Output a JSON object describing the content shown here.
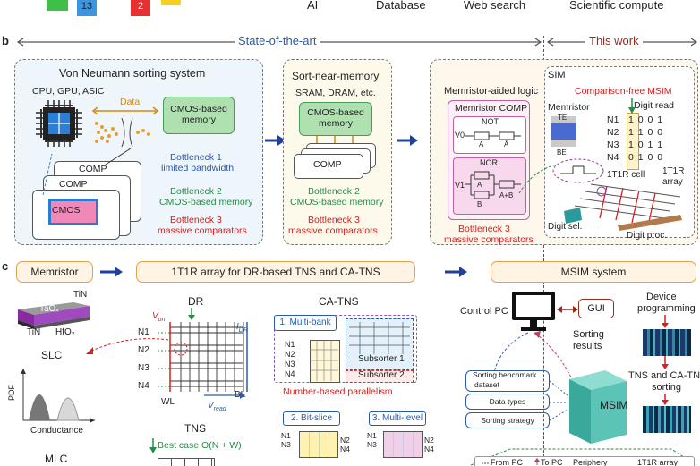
{
  "top_row": {
    "ai": "AI",
    "database": "Database",
    "web_search": "Web search",
    "scientific_compute": "Scientific compute",
    "badge_13": "13",
    "badge_2": "2"
  },
  "panel_b": {
    "letter": "b",
    "state_of_the_art": "State-of-the-art",
    "this_work": "This work",
    "von_neumann": {
      "title": "Von Neumann sorting system",
      "cpu_label": "CPU, GPU, ASIC",
      "data_label": "Data",
      "cmos_memory": "CMOS-based memory",
      "comp1": "COMP",
      "comp2": "COMP",
      "cmos": "CMOS",
      "bottleneck1_title": "Bottleneck 1",
      "bottleneck1_desc": "limited bandwidth",
      "bottleneck2_title": "Bottleneck 2",
      "bottleneck2_desc": "CMOS-based memory",
      "bottleneck3_title": "Bottleneck 3",
      "bottleneck3_desc": "massive comparators"
    },
    "near_memory": {
      "title": "Sort-near-memory",
      "subtitle": "SRAM, DRAM, etc.",
      "cmos_memory": "CMOS-based memory",
      "comp": "COMP",
      "bottleneck2_title": "Bottleneck 2",
      "bottleneck2_desc": "CMOS-based memory",
      "bottleneck3_title": "Bottleneck 3",
      "bottleneck3_desc": "massive comparators"
    },
    "memristor_logic": {
      "title": "Memristor-aided logic",
      "comp_title": "Memristor COMP",
      "not_label": "NOT",
      "nor_label": "NOR",
      "v0": "V0",
      "v1": "V1",
      "a": "A",
      "a_bar": "Ā",
      "b": "B",
      "a_plus_b": "A+B",
      "bottleneck3_title": "Bottleneck 3",
      "bottleneck3_desc": "massive comparators"
    },
    "sim": {
      "title": "SIM",
      "msim": "Comparison-free MSIM",
      "memristor": "Memristor",
      "te": "TE",
      "be": "BE",
      "digit_read": "Digit read",
      "rows": [
        {
          "name": "N1",
          "bits": "1 0 0 1"
        },
        {
          "name": "N2",
          "bits": "1 1 0 0"
        },
        {
          "name": "N3",
          "bits": "1 0 1 1"
        },
        {
          "name": "N4",
          "bits": "0 1 0 0"
        }
      ],
      "cell_label": "1T1R cell",
      "array_label1": "1T1R",
      "array_label2": "array",
      "digit_sel": "Digit sel.",
      "digit_proc": "Digit proc."
    }
  },
  "panel_c": {
    "letter": "c",
    "memristor_pill": "Memristor",
    "array_pill": "1T1R array for DR-based TNS and CA-TNS",
    "msim_pill": "MSIM system",
    "tin_top": "TiN",
    "taox": "TaOₓ",
    "tin_bottom": "TiN",
    "hfo2": "HfO₂",
    "slc": "SLC",
    "pdf": "PDF",
    "conductance": "Conductance",
    "mlc": "MLC",
    "dr": "DR",
    "von": "V",
    "von_sub": "on",
    "idr": "I",
    "idr_sub": "DR",
    "wl": "WL",
    "bl": "BL",
    "vread": "V",
    "vread_sub": "read",
    "n_rows": [
      "N1",
      "N2",
      "N3",
      "N4"
    ],
    "tns": "TNS",
    "best_case": "Best case O(N + W)",
    "ca_tns": "CA-TNS",
    "multi_bank": "1. Multi-bank",
    "subsorter1": "Subsorter 1",
    "subsorter2": "Subsorter 2",
    "parallelism": "Number-based parallelism",
    "bit_slice": "2. Bit-slice",
    "multi_level": "3. Multi-level",
    "control_pc": "Control PC",
    "gui": "GUI",
    "sorting_results1": "Sorting",
    "sorting_results2": "results",
    "benchmark1": "Sorting benchmark",
    "benchmark2": "dataset",
    "data_types": "Data types",
    "sorting_strategy": "Sorting strategy",
    "msim": "MSIM",
    "device_prog1": "Device",
    "device_prog2": "programming",
    "tns_sort1": "TNS and CA-TNS",
    "tns_sort2": "sorting",
    "legend_from": "From PC",
    "legend_to": "To PC",
    "legend_periph": "Periphery",
    "legend_array": "1T1R array"
  },
  "colors": {
    "blue": "#2a5aa8",
    "dark_red": "#9a2a1a",
    "red": "#d42020",
    "green": "#2a8a4a",
    "magenta": "#b0207a",
    "orange_fill": "#fff4e4",
    "orange_border": "#e0a050",
    "light_blue_fill": "#eef5fb",
    "cream_fill": "#fdfaec"
  }
}
